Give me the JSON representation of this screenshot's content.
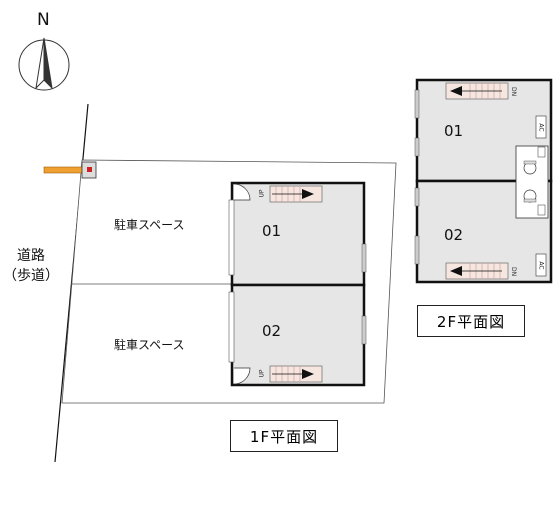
{
  "compass": {
    "north_label": "N"
  },
  "road": {
    "label_line1": "道路",
    "label_line2": "（歩道）"
  },
  "floor1": {
    "title": "1F平面図",
    "units": [
      {
        "number": "01",
        "parking_label": "駐車スペース",
        "stair_label": "UP"
      },
      {
        "number": "02",
        "parking_label": "駐車スペース",
        "stair_label": "UP"
      }
    ]
  },
  "floor2": {
    "title": "2F平面図",
    "units": [
      {
        "number": "01",
        "stair_label": "DN",
        "ac_label": "AC"
      },
      {
        "number": "02",
        "stair_label": "DN",
        "ac_label": "AC"
      }
    ]
  },
  "colors": {
    "room_fill": "#e6e6e6",
    "wall": "#111111",
    "stair_fill": "#f5e6e0",
    "pipe": "#f0a030",
    "meter_red": "#cc2222"
  }
}
